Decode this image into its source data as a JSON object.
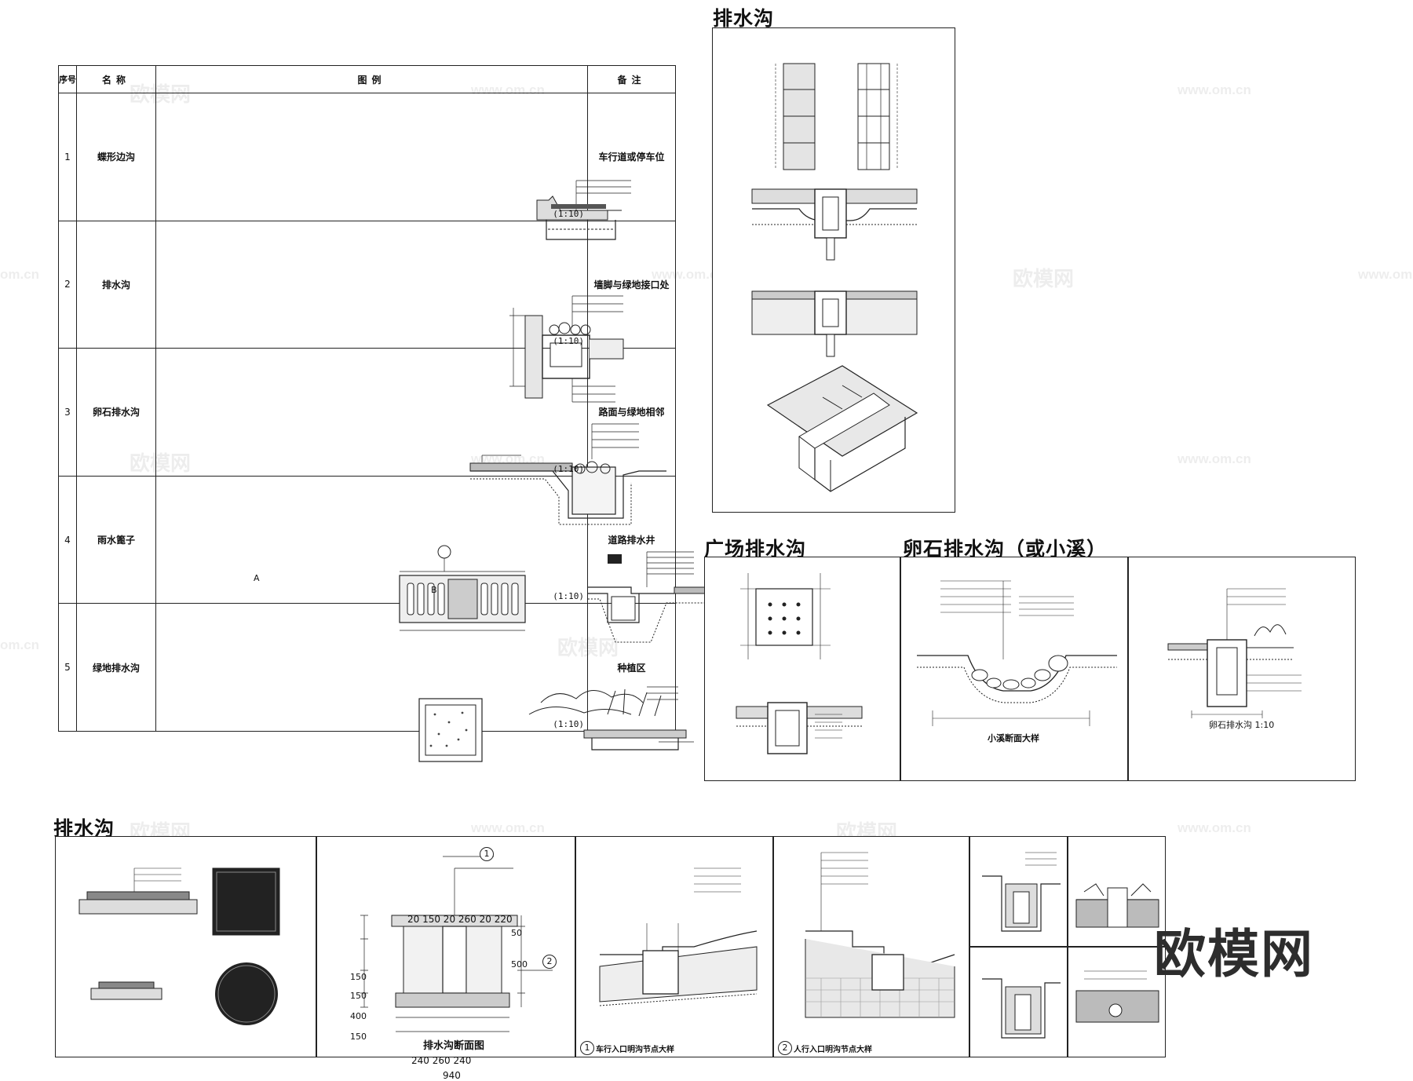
{
  "titles": {
    "top_drain": "排水沟",
    "plaza_drain": "广场排水沟",
    "pebble_drain": "卵石排水沟（或小溪）",
    "bottom_drain": "排水沟"
  },
  "legend_table": {
    "headers": [
      "序号",
      "名称",
      "图例",
      "备注"
    ],
    "rows": [
      {
        "index": "1",
        "name": "蝶形边沟",
        "note": "车行道或停车位",
        "scale": "(1:10)"
      },
      {
        "index": "2",
        "name": "排水沟",
        "note": "墙脚与绿地接口处",
        "scale": "(1:10)"
      },
      {
        "index": "3",
        "name": "卵石排水沟",
        "note": "路面与绿地相邻",
        "scale": "(1:10)"
      },
      {
        "index": "4",
        "name": "雨水篦子",
        "note": "道路排水井",
        "scale": "(1:10)"
      },
      {
        "index": "5",
        "name": "绿地排水沟",
        "note": "种植区",
        "scale": "(1:10)"
      }
    ],
    "row4_labels": {
      "a": "A",
      "b": "B"
    }
  },
  "pebble_captions": {
    "stream": "小溪断面大样",
    "pebble_scale": "卵石排水沟 1:10"
  },
  "section_drawing": {
    "caption": "排水沟断面图",
    "dims_top": "20 150 20 260 20  220",
    "dims_bottom_1": "240  260  240",
    "dims_bottom_2": "940",
    "dims_left": [
      "150",
      "150",
      "400",
      "150"
    ],
    "dims_right": [
      "50",
      "500"
    ],
    "marker_1": "1",
    "marker_2": "2"
  },
  "detail_captions": {
    "d1": "车行入口明沟节点大样",
    "d2": "人行入口明沟节点大样",
    "d1_no": "1",
    "d2_no": "2"
  },
  "watermarks": {
    "brand": "欧模网",
    "url": "www.om.cn",
    "url_alt": "om.cn"
  }
}
